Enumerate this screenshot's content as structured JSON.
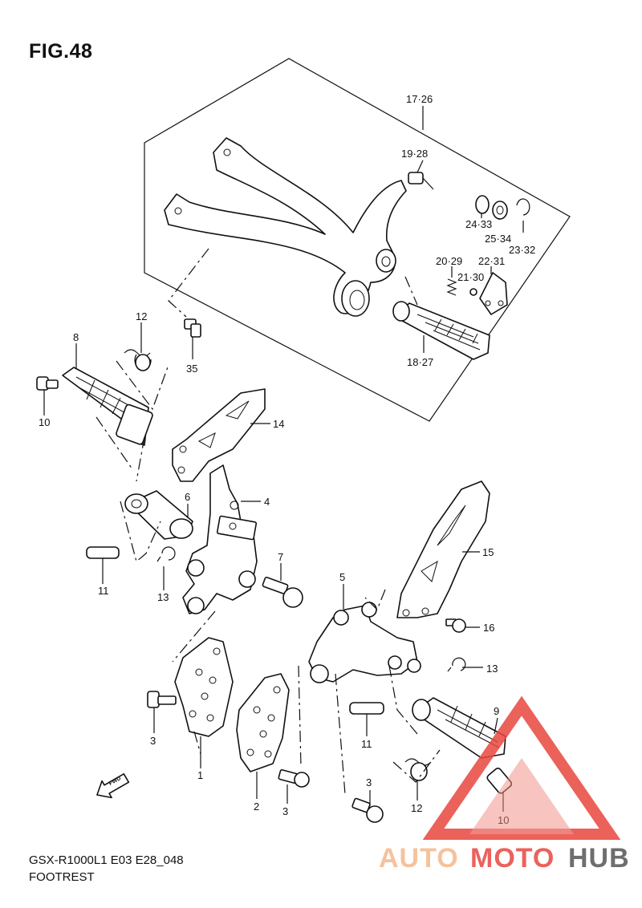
{
  "figure": {
    "title": "FIG.48",
    "model_code": "GSX-R1000L1 E03 E28_048",
    "caption": "FOOTREST"
  },
  "fwd_label": "FWD",
  "part_labels": {
    "p17_26": "17·26",
    "p19_28": "19·28",
    "p24_33": "24·33",
    "p25_34": "25·34",
    "p23_32": "23·32",
    "p20_29": "20·29",
    "p22_31": "22·31",
    "p21_30": "21·30",
    "p18_27": "18·27",
    "p12a": "12",
    "p35": "35",
    "p8": "8",
    "p10a": "10",
    "p14": "14",
    "p6": "6",
    "p4": "4",
    "p7": "7",
    "p11a": "11",
    "p13a": "13",
    "p5": "5",
    "p15": "15",
    "p16": "16",
    "p13b": "13",
    "p9": "9",
    "p3a": "3",
    "p1": "1",
    "p11b": "11",
    "p3b": "3",
    "p2": "2",
    "p3c": "3",
    "p12b": "12",
    "p10b": "10"
  },
  "watermark": {
    "part1": "AUTO",
    "part2": "MOTO",
    "part3": "HUB",
    "color_light": "#f4b88a",
    "color_red": "#e8473f",
    "color_dark": "#555555"
  }
}
